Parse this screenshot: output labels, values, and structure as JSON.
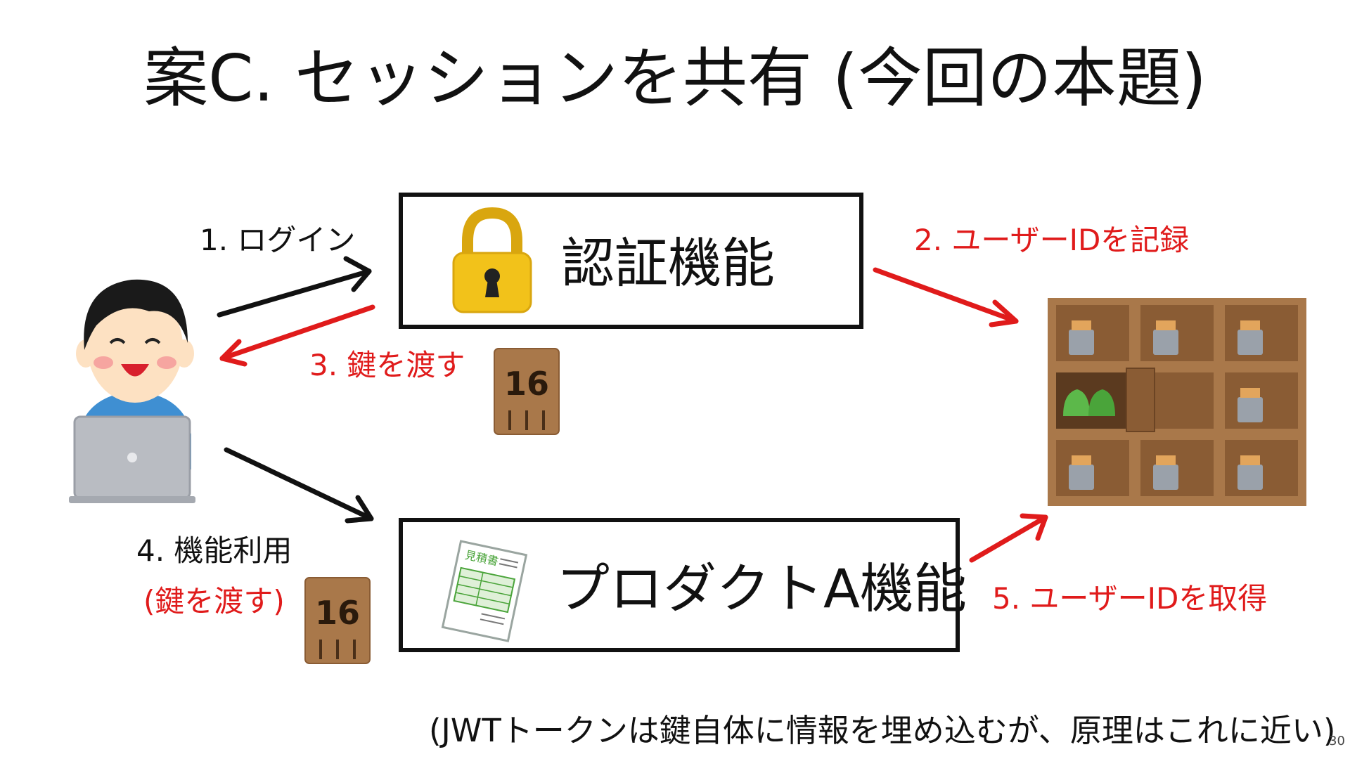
{
  "slide": {
    "title": "案C. セッションを共有 (今回の本題)",
    "page_number": "30",
    "footnote": "(JWTトークンは鍵自体に情報を埋め込むが、原理はこれに近い)"
  },
  "boxes": {
    "auth": {
      "label": "認証機能",
      "icon": "padlock-icon"
    },
    "product": {
      "label": "プロダクトA機能",
      "icon": "estimate-document-icon",
      "doc_text": "見積書"
    }
  },
  "steps": {
    "step1": "1. ログイン",
    "step2": "2. ユーザーIDを記録",
    "step3": "3. 鍵を渡す",
    "step4": "4. 機能利用",
    "step4_sub": "(鍵を渡す)",
    "step5": "5. ユーザーIDを取得"
  },
  "key_tags": {
    "number": "16"
  },
  "colors": {
    "arrow_black": "#111111",
    "arrow_red": "#e01b1b",
    "wood": "#a9784a",
    "lock_gold": "#f2c21a"
  }
}
